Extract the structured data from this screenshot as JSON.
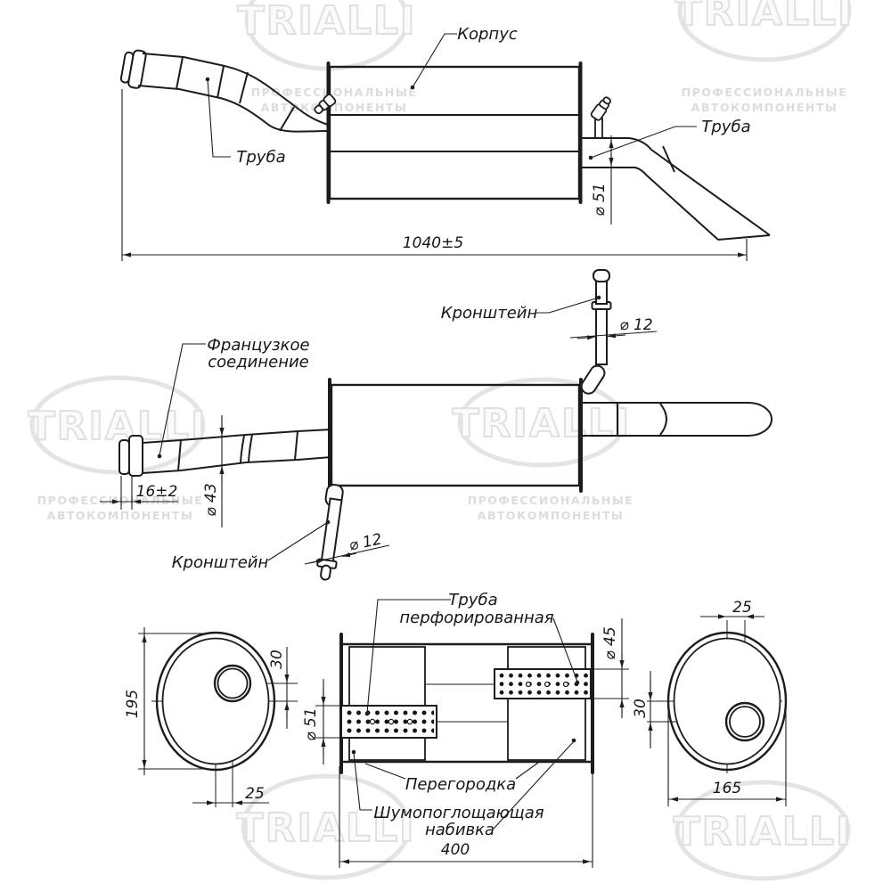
{
  "watermark": {
    "brand": "TRIALLI",
    "tagline1": "ПРОФЕССИОНАЛЬНЫЕ",
    "tagline2": "АВТОКОМПОНЕНТЫ"
  },
  "labels": {
    "korpus": "Корпус",
    "truba_inlet": "Труба",
    "truba_outlet": "Труба",
    "kronshtein_upper": "Кронштейн",
    "kronshtein_lower": "Кронштейн",
    "french_joint_line1": "Французкое",
    "french_joint_line2": "соединение",
    "perforated_pipe_line1": "Труба",
    "perforated_pipe_line2": "перфорированная",
    "partition": "Перегородка",
    "stuffing_line1": "Шумопоглощающая",
    "stuffing_line2": "набивка"
  },
  "dimensions": {
    "overall_length": "1040±5",
    "outlet_diameter": "⌀ 51",
    "bracket_upper_diameter": "⌀ 12",
    "flange_width": "16±2",
    "inlet_diameter": "⌀ 43",
    "bracket_lower_diameter": "⌀ 12",
    "left_oval_height": "195",
    "left_oval_offset_v": "30",
    "left_oval_offset_h": "25",
    "section_inlet_pipe_diameter": "⌀ 51",
    "section_outlet_pipe_diameter": "⌀ 45",
    "section_length": "400",
    "right_oval_offset_h": "25",
    "right_oval_offset_v": "30",
    "right_oval_width": "165"
  },
  "colors": {
    "line": "#1c1c1c",
    "watermark_logo": "#e0e0e0",
    "watermark_text": "#dcdcdc",
    "background": "#ffffff"
  }
}
